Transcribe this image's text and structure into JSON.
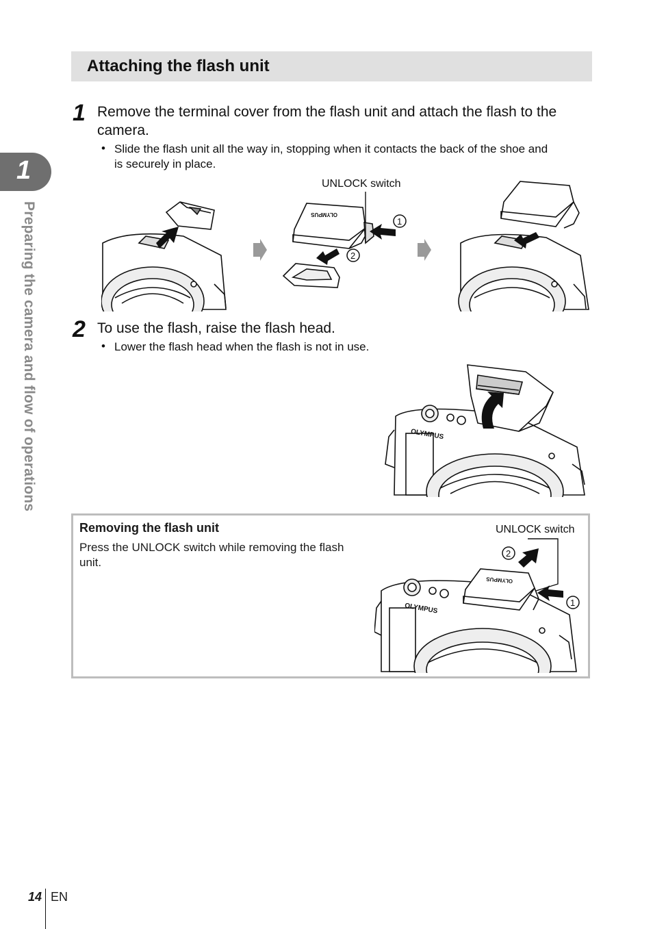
{
  "section": {
    "title": "Attaching the flash unit"
  },
  "chapter": {
    "number": "1",
    "title": "Preparing the camera and flow of operations"
  },
  "step1": {
    "number": "1",
    "line1": "Remove the terminal cover from the flash unit and attach the flash to the",
    "line2": "camera.",
    "bullet_line1": "Slide the flash unit all the way in, stopping when it contacts the back of the shoe and",
    "bullet_line2": "is securely in place.",
    "illustration": {
      "unlock_label": "UNLOCK switch",
      "callout1": "1",
      "callout2": "2"
    }
  },
  "step2": {
    "number": "2",
    "text": "To use the flash, raise the flash head.",
    "bullet": "Lower the flash head when the flash is not in use.",
    "illustration": {
      "brand": "OLYMPUS"
    }
  },
  "removal": {
    "title": "Removing the flash unit",
    "text": "Press the UNLOCK switch while removing the flash unit.",
    "unlock_label": "UNLOCK switch",
    "callout1": "1",
    "callout2": "2",
    "brand": "OLYMPUS"
  },
  "footer": {
    "page": "14",
    "lang": "EN"
  }
}
